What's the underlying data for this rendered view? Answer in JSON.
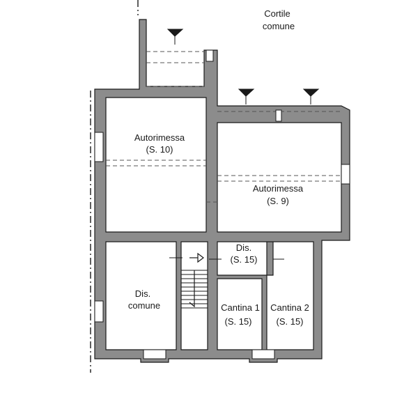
{
  "labels": {
    "courtyard_line1": "Cortile",
    "courtyard_line2": "comune",
    "garage10_name": "Autorimessa",
    "garage10_code": "(S. 10)",
    "garage9_name": "Autorimessa",
    "garage9_code": "(S. 9)",
    "hall_name": "Dis.",
    "hall_code": "(S. 15)",
    "common_hall_line1": "Dis.",
    "common_hall_line2": "comune",
    "cellar1_name": "Cantina 1",
    "cellar1_code": "(S. 15)",
    "cellar2_name": "Cantina 2",
    "cellar2_code": "(S. 15)"
  },
  "colors": {
    "wall": "#8c8c8c",
    "outline": "#1a1a1a",
    "background": "#ffffff"
  },
  "icons": [
    "section-marker-icon",
    "stair-arrow-icon",
    "window-icon",
    "door-icon"
  ]
}
